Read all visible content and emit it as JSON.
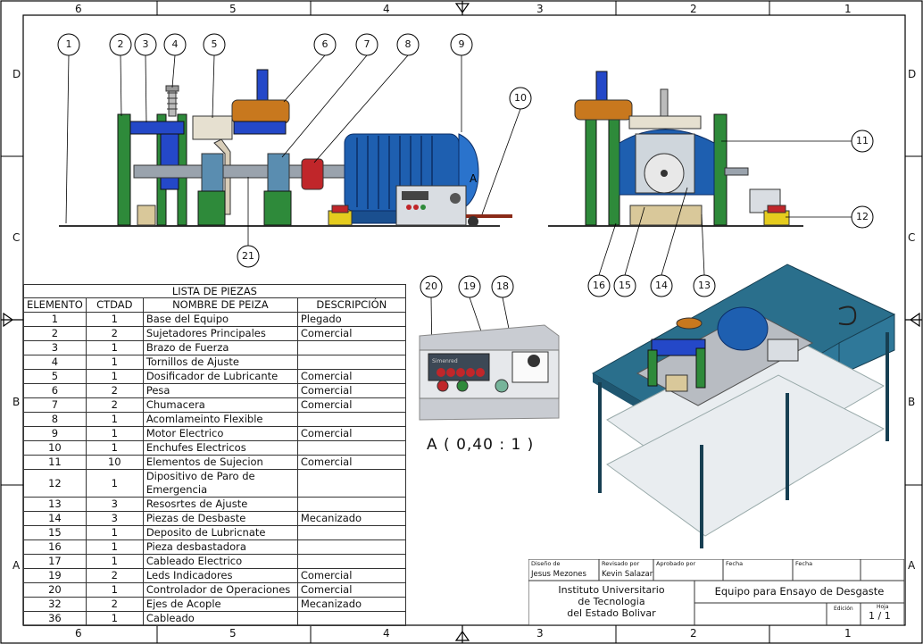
{
  "border_zones": {
    "columns": [
      "6",
      "5",
      "4",
      "3",
      "2",
      "1"
    ],
    "rows": [
      "D",
      "C",
      "B",
      "A"
    ]
  },
  "callouts": [
    "1",
    "2",
    "3",
    "4",
    "5",
    "6",
    "7",
    "8",
    "9",
    "10",
    "11",
    "12",
    "13",
    "14",
    "15",
    "16",
    "21",
    "20",
    "19",
    "18"
  ],
  "detail_scale": "A ( 0,40 : 1 )",
  "detail_marker": "A",
  "controller_screen_text": "Simenred",
  "parts_list": {
    "title": "LISTA DE PIEZAS",
    "headers": [
      "ELEMENTO",
      "CTDAD",
      "NOMBRE DE PEIZA",
      "DESCRIPCIÓN"
    ],
    "rows": [
      [
        "1",
        "1",
        "Base del Equipo",
        "Plegado"
      ],
      [
        "2",
        "2",
        "Sujetadores Principales",
        "Comercial"
      ],
      [
        "3",
        "1",
        "Brazo de Fuerza",
        ""
      ],
      [
        "4",
        "1",
        "Tornillos de Ajuste",
        ""
      ],
      [
        "5",
        "1",
        "Dosificador de Lubricante",
        "Comercial"
      ],
      [
        "6",
        "2",
        "Pesa",
        "Comercial"
      ],
      [
        "7",
        "2",
        "Chumacera",
        "Comercial"
      ],
      [
        "8",
        "1",
        "Acomlameinto Flexible",
        ""
      ],
      [
        "9",
        "1",
        "Motor Electrico",
        "Comercial"
      ],
      [
        "10",
        "1",
        "Enchufes Electricos",
        ""
      ],
      [
        "11",
        "10",
        "Elementos de Sujecion",
        "Comercial"
      ],
      [
        "12",
        "1",
        "Dipositivo de Paro de Emergencia",
        ""
      ],
      [
        "13",
        "3",
        "Resosrtes de Ajuste",
        ""
      ],
      [
        "14",
        "3",
        "Piezas de Desbaste",
        "Mecanizado"
      ],
      [
        "15",
        "1",
        "Deposito de Lubricnate",
        ""
      ],
      [
        "16",
        "1",
        "Pieza desbastadora",
        ""
      ],
      [
        "17",
        "1",
        "Cableado Electrico",
        ""
      ],
      [
        "19",
        "2",
        "Leds Indicadores",
        "Comercial"
      ],
      [
        "20",
        "1",
        "Controlador de Operaciones",
        "Comercial"
      ],
      [
        "32",
        "2",
        "Ejes de Acople",
        "Mecanizado"
      ],
      [
        "36",
        "1",
        "Cableado",
        ""
      ]
    ]
  },
  "title_block": {
    "designed_label": "Diseño de",
    "designed_by": "Jesus Mezones",
    "reviewed_label": "Revisado por",
    "reviewed_by": "Kevin Salazar",
    "approved_label": "Aprobado por",
    "date_label_1": "Fecha",
    "date_label_2": "Fecha",
    "institution_line1": "Instituto Universitario",
    "institution_line2": "de Tecnologia",
    "institution_line3": "del Estado Bolivar",
    "drawing_title": "Equipo para Ensayo de Desgaste",
    "edition_label": "Edición",
    "sheet_label": "Hoja",
    "sheet_value": "1 / 1"
  },
  "colors": {
    "motor_blue": "#1e5fb0",
    "frame_green": "#2e8a3a",
    "table_teal": "#2a6f8c",
    "weight_orange": "#c8781e"
  }
}
